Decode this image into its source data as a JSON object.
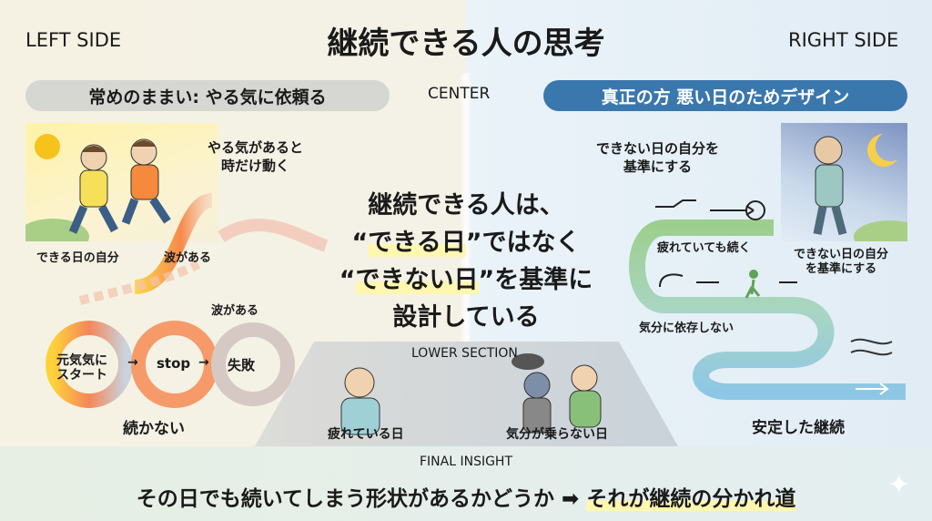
{
  "header": {
    "title": "継続できる人の思考",
    "left_label": "LEFT SIDE",
    "right_label": "RIGHT SIDE",
    "center_label": "CENTER"
  },
  "left": {
    "pill": "常めのままい: やる気に依頼る",
    "caption_top": [
      "やる気があると",
      "時だけ動く"
    ],
    "label_self": "できる日の自分",
    "wave1": "波がある",
    "wave2": "波がある",
    "loop": {
      "start": [
        "元気気に",
        "スタート"
      ],
      "stop": "stop",
      "fail": "失敗",
      "arrow": "→"
    },
    "result": "続かない"
  },
  "center": {
    "line1": "継続できる人は、",
    "line2_a": "“",
    "line2_hl": "できる日",
    "line2_b": "”ではなく",
    "line3_a": "“",
    "line3_hl": "できない日",
    "line3_b": "”を基準に",
    "line4": "設計している"
  },
  "lower": {
    "label": "LOWER SECTION",
    "tired": "疲れている日",
    "no_mood": "気分が乗らない日"
  },
  "right": {
    "pill": "真正の方 悪い日のためデザイン",
    "caption_top": [
      "できない日の自分を",
      "基準にする"
    ],
    "caption_person": [
      "できない日の自分",
      "を基準にする"
    ],
    "step1": "疲れていても続く",
    "step2": "気分に依存しない",
    "result": "安定した継続"
  },
  "final": {
    "label": "FINAL INSIGHT",
    "text_a": "その日でも続いてしまう形状があるかどうか",
    "arrow": "➡",
    "text_hl": "それが継続の分かれ道"
  },
  "colors": {
    "blue_pill": "#3a77ad",
    "gray_pill": "#d6d6d3",
    "highlight": "#fff6b0"
  }
}
